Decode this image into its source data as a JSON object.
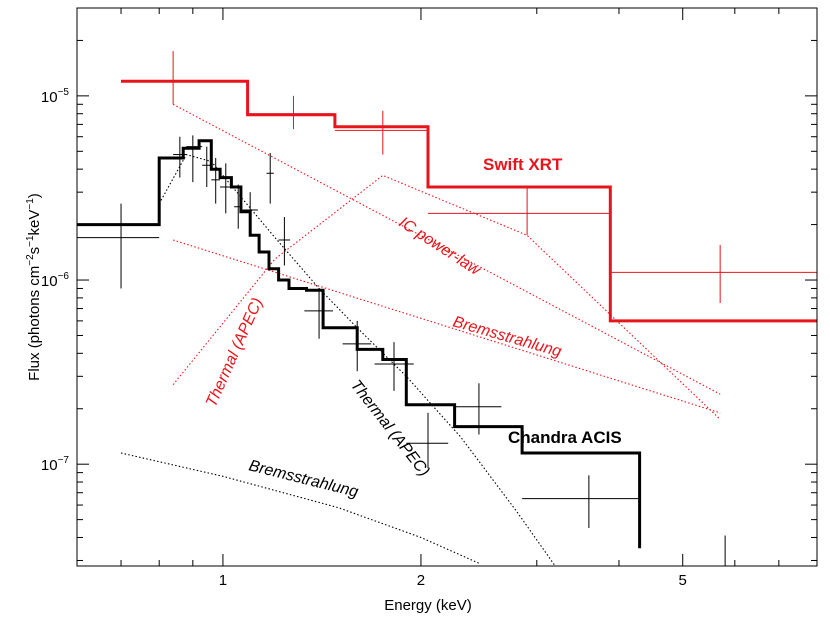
{
  "chart_data": {
    "type": "line",
    "title": "",
    "xlabel": "Energy (keV)",
    "ylabel": "Flux (photons cm⁻²s⁻¹keV⁻¹)",
    "xscale": "log",
    "yscale": "log",
    "xlim": [
      0.6,
      8.0
    ],
    "ylim": [
      2.8e-08,
      3e-05
    ],
    "xticks": [
      {
        "v": 1,
        "label": "1"
      },
      {
        "v": 2,
        "label": "2"
      },
      {
        "v": 5,
        "label": "5"
      }
    ],
    "yticks": [
      {
        "v": 1e-05,
        "base": "10",
        "exp": "−5"
      },
      {
        "v": 1e-06,
        "base": "10",
        "exp": "−6"
      },
      {
        "v": 1e-07,
        "base": "10",
        "exp": "−7"
      }
    ],
    "colors": {
      "swift": "#e8141b",
      "chandra": "#000000"
    },
    "swift_model": {
      "name": "Swift XRT",
      "edges": [
        0.7,
        1.09,
        1.48,
        2.05,
        3.88,
        8.0
      ],
      "values": [
        1.2e-05,
        7.9e-06,
        6.8e-06,
        3.2e-06,
        6e-07
      ]
    },
    "swift_data": [
      {
        "x": 0.84,
        "xlo": 0.7,
        "xhi": 1.09,
        "y": 1.2e-05,
        "ylo": 9e-06,
        "yhi": 1.75e-05
      },
      {
        "x": 1.28,
        "xlo": 1.09,
        "xhi": 1.48,
        "y": 8e-06,
        "ylo": 6.6e-06,
        "yhi": 1e-05
      },
      {
        "x": 1.75,
        "xlo": 1.48,
        "xhi": 2.05,
        "y": 6.5e-06,
        "ylo": 4.8e-06,
        "yhi": 8.3e-06
      },
      {
        "x": 2.9,
        "xlo": 2.05,
        "xhi": 3.88,
        "y": 2.3e-06,
        "ylo": 1.75e-06,
        "yhi": 3.2e-06
      },
      {
        "x": 5.7,
        "xlo": 3.88,
        "xhi": 8.0,
        "y": 1.1e-06,
        "ylo": 7.5e-07,
        "yhi": 1.55e-06
      }
    ],
    "swift_components": [
      {
        "label": "IC power-law",
        "points": [
          [
            0.84,
            9e-06
          ],
          [
            5.7,
            2.4e-07
          ]
        ]
      },
      {
        "label": "Bremsstrahlung",
        "points": [
          [
            0.84,
            1.65e-06
          ],
          [
            5.7,
            1.9e-07
          ]
        ]
      },
      {
        "label": "Thermal (APEC)",
        "points": [
          [
            0.84,
            2.7e-07
          ],
          [
            1.2,
            1.3e-06
          ],
          [
            1.75,
            3.7e-06
          ],
          [
            2.9,
            1.75e-06
          ],
          [
            5.7,
            1.75e-07
          ]
        ]
      }
    ],
    "chandra_model": {
      "name": "Chandra ACIS",
      "edges": [
        0.6,
        0.8,
        0.87,
        0.92,
        0.96,
        0.99,
        1.03,
        1.065,
        1.1,
        1.135,
        1.175,
        1.215,
        1.26,
        1.34,
        1.42,
        1.6,
        1.75,
        1.9,
        2.25,
        2.85,
        4.3
      ],
      "values": [
        2e-06,
        4.6e-06,
        5.2e-06,
        5.7e-06,
        4e-06,
        3.6e-06,
        3.2e-06,
        2.35e-06,
        1.75e-06,
        1.42e-06,
        1.15e-06,
        1e-06,
        9e-07,
        8.8e-07,
        5.5e-07,
        4.2e-07,
        3.7e-07,
        2.1e-07,
        1.6e-07,
        1.15e-07,
        3.5e-08
      ]
    },
    "chandra_data": [
      {
        "x": 0.7,
        "xlo": 0.6,
        "xhi": 0.8,
        "y": 1.7e-06,
        "ylo": 9e-07,
        "yhi": 2.6e-06
      },
      {
        "x": 0.86,
        "xlo": 0.84,
        "xhi": 0.88,
        "y": 4.8e-06,
        "ylo": 3.6e-06,
        "yhi": 6e-06
      },
      {
        "x": 0.9,
        "xlo": 0.88,
        "xhi": 0.93,
        "y": 5.3e-06,
        "ylo": 3.4e-06,
        "yhi": 6.1e-06
      },
      {
        "x": 0.945,
        "xlo": 0.93,
        "xhi": 0.96,
        "y": 4.2e-06,
        "ylo": 3.2e-06,
        "yhi": 5.3e-06
      },
      {
        "x": 0.975,
        "xlo": 0.96,
        "xhi": 0.99,
        "y": 3.5e-06,
        "ylo": 2.6e-06,
        "yhi": 4.6e-06
      },
      {
        "x": 1.01,
        "xlo": 0.99,
        "xhi": 1.03,
        "y": 3.2e-06,
        "ylo": 2.3e-06,
        "yhi": 4.3e-06
      },
      {
        "x": 1.055,
        "xlo": 1.04,
        "xhi": 1.07,
        "y": 2.5e-06,
        "ylo": 1.9e-06,
        "yhi": 3.3e-06
      },
      {
        "x": 1.1,
        "xlo": 1.07,
        "xhi": 1.13,
        "y": 2.4e-06,
        "ylo": 1.8e-06,
        "yhi": 3e-06
      },
      {
        "x": 1.18,
        "xlo": 1.165,
        "xhi": 1.195,
        "y": 3.8e-06,
        "ylo": 2.6e-06,
        "yhi": 4.9e-06
      },
      {
        "x": 1.24,
        "xlo": 1.215,
        "xhi": 1.265,
        "y": 1.65e-06,
        "ylo": 1.2e-06,
        "yhi": 2.2e-06
      },
      {
        "x": 1.4,
        "xlo": 1.33,
        "xhi": 1.47,
        "y": 6.8e-07,
        "ylo": 4.8e-07,
        "yhi": 9e-07
      },
      {
        "x": 1.6,
        "xlo": 1.52,
        "xhi": 1.68,
        "y": 4.5e-07,
        "ylo": 3.2e-07,
        "yhi": 6e-07
      },
      {
        "x": 1.82,
        "xlo": 1.7,
        "xhi": 1.95,
        "y": 3.5e-07,
        "ylo": 2.5e-07,
        "yhi": 4.6e-07
      },
      {
        "x": 2.05,
        "xlo": 1.9,
        "xhi": 2.2,
        "y": 1.3e-07,
        "ylo": 9.5e-08,
        "yhi": 1.9e-07
      },
      {
        "x": 2.45,
        "xlo": 2.25,
        "xhi": 2.65,
        "y": 2.05e-07,
        "ylo": 1.45e-07,
        "yhi": 2.75e-07
      },
      {
        "x": 3.6,
        "xlo": 2.85,
        "xhi": 4.3,
        "y": 6.5e-08,
        "ylo": 4.5e-08,
        "yhi": 8.7e-08
      },
      {
        "x": 5.8,
        "xlo": 5.8,
        "xhi": 5.8,
        "y": 2.8e-08,
        "ylo": 2.8e-08,
        "yhi": 4.1e-08
      }
    ],
    "chandra_components": [
      {
        "label": "Thermal (APEC)",
        "points": [
          [
            0.8,
            2.6e-06
          ],
          [
            0.88,
            4.8e-06
          ],
          [
            0.96,
            4.4e-06
          ],
          [
            1.05,
            3e-06
          ],
          [
            1.2,
            1.7e-06
          ],
          [
            1.4,
            9e-07
          ],
          [
            1.6,
            5.5e-07
          ],
          [
            1.9,
            3e-07
          ],
          [
            2.3,
            1.4e-07
          ],
          [
            2.8,
            5.5e-08
          ],
          [
            3.2,
            2.8e-08
          ]
        ]
      },
      {
        "label": "Bremsstrahlung",
        "points": [
          [
            0.7,
            1.15e-07
          ],
          [
            1.0,
            8.6e-08
          ],
          [
            1.5,
            5.8e-08
          ],
          [
            2.0,
            4e-08
          ],
          [
            2.45,
            2.9e-08
          ]
        ]
      }
    ],
    "labels": {
      "swift": "Swift XRT",
      "chandra": "Chandra ACIS",
      "ic_power_law": "IC power-law",
      "bremsstrahlung": "Bremsstrahlung",
      "thermal_apec": "Thermal (APEC)"
    }
  }
}
